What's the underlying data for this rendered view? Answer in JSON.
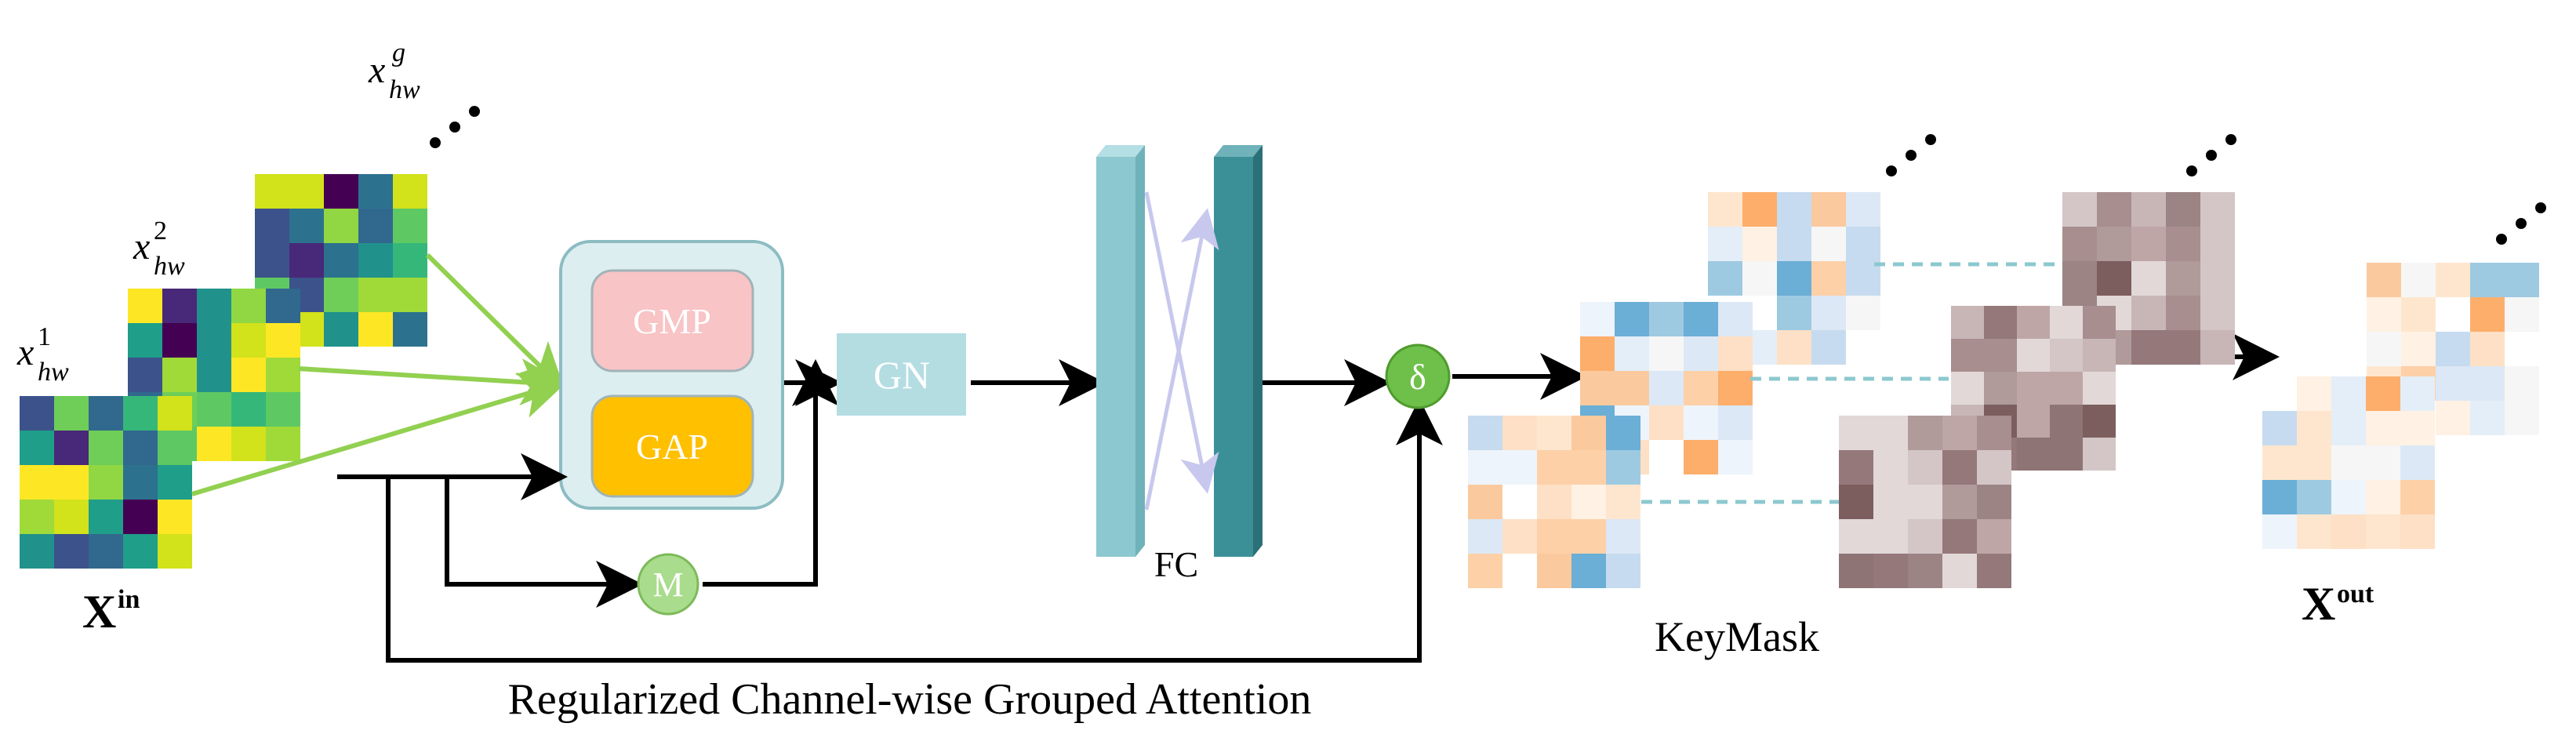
{
  "labels": {
    "xin_base": "X",
    "xin_sup": "in",
    "xout_base": "X",
    "xout_sup": "out",
    "x_hw_1_base": "x",
    "x_hw_1_sub": "hw",
    "x_hw_1_sup": "1",
    "x_hw_2_base": "x",
    "x_hw_2_sub": "hw",
    "x_hw_2_sup": "2",
    "x_hw_g_base": "x",
    "x_hw_g_sub": "hw",
    "x_hw_g_sup": "g",
    "gmp": "GMP",
    "gap": "GAP",
    "gn": "GN",
    "fc": "FC",
    "m": "M",
    "delta": "δ",
    "keymask": "KeyMask",
    "caption": "Regularized Channel-wise Grouped Attention"
  },
  "colors": {
    "arrow": "#000000",
    "green_arrow": "#92d050",
    "gmp_fill": "#f8c4c6",
    "gap_fill": "#ffc000",
    "pool_box_fill": "#dceef0",
    "gn_fill": "#b4dde2",
    "fc_light": "#8cc8cf",
    "fc_dark": "#3b9098",
    "node_fill": "#a9dc8c",
    "dash": "#8cc8cf",
    "cross": "#c8c8ee"
  }
}
